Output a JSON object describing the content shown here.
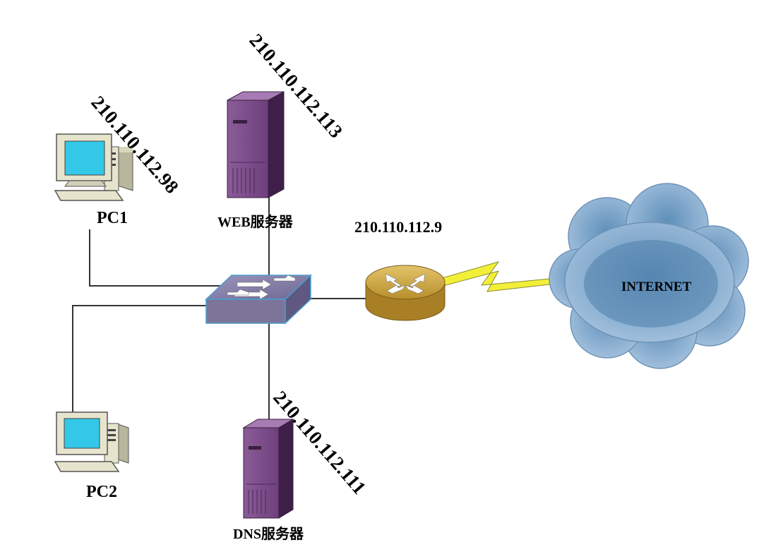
{
  "devices": {
    "pc1": {
      "name": "PC1",
      "ip": "210.110.112.98"
    },
    "pc2": {
      "name": "PC2"
    },
    "web_server": {
      "name": "WEB服务器",
      "ip": "210.110.112.113"
    },
    "dns_server": {
      "name": "DNS服务器",
      "ip": "210.110.112.111"
    },
    "router": {
      "ip": "210.110.112.9"
    },
    "internet": {
      "name": "INTERNET"
    }
  },
  "colors": {
    "server": "#7a4a86",
    "switch": "#8a82a8",
    "router": "#c8a040",
    "cloud": "#8fb4d4",
    "lightning": "#f2ef38",
    "monitor_screen": "#33c8e8",
    "pc_body": "#e6e4cc"
  }
}
